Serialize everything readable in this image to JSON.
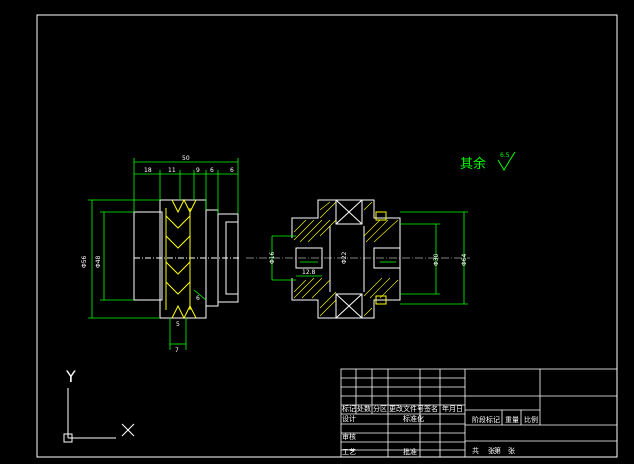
{
  "drawing": {
    "roughness_note": "其余",
    "roughness_value": "6.5",
    "dimensions_left": {
      "overall": "50",
      "seg1": "18",
      "seg2": "11",
      "seg3": "9",
      "seg4": "6",
      "seg5": "6",
      "bottom": "7",
      "dia_outer": "Φ56",
      "dia_inner": "Φ48",
      "tooth_a": "6",
      "tooth_b": "5"
    },
    "dimensions_right": {
      "dia_right": "Φ64",
      "dia_center": "Φ22",
      "dia_shaft": "Φ16",
      "bore": "Φ30",
      "key": "12.8"
    }
  },
  "axes_icon": {
    "y_label": "Y",
    "x_label": "X"
  },
  "title_block": {
    "row_headers": [
      "标记",
      "处数",
      "分区",
      "更改文件号",
      "签名",
      "年月日"
    ],
    "design": "设计",
    "standardize": "标准化",
    "review": "审核",
    "process": "工艺",
    "approve": "批准",
    "stage_mark": "阶段标记",
    "weight": "重量",
    "scale": "比例",
    "sheet_total": "共",
    "sheet_of": "张",
    "sheet_no": "第",
    "sheet_unit": "张"
  }
}
